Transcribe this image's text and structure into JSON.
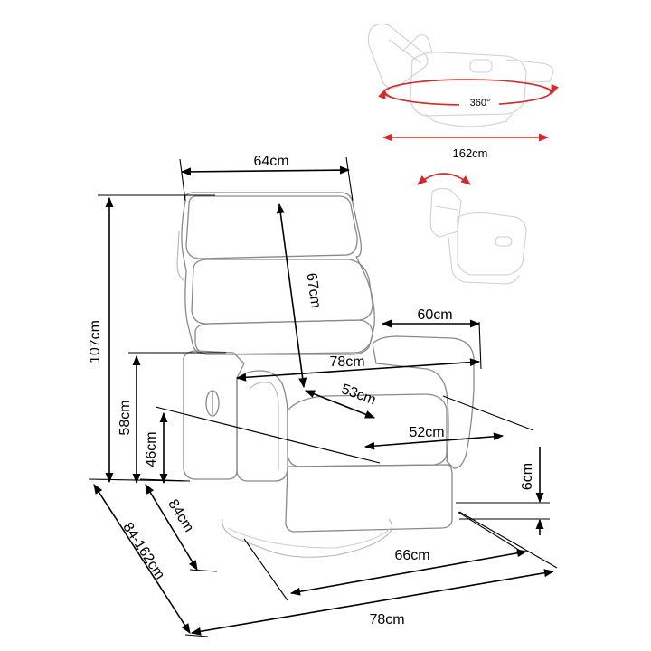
{
  "labels": {
    "width_top": "64cm",
    "backrest_height": "67cm",
    "total_height": "107cm",
    "armrest_width": "60cm",
    "seat_width_arms": "78cm",
    "seat_depth": "53cm",
    "seat_height": "58cm",
    "seat_width": "52cm",
    "armrest_height": "46cm",
    "depth": "84cm",
    "depth_reclined": "84-162cm",
    "base_clearance": "6cm",
    "base_width": "66cm",
    "total_width": "78cm",
    "reclined_length": "162cm",
    "rotation": "360°"
  },
  "colors": {
    "dimension_line": "#000000",
    "accent_arrow": "#d32b2b",
    "sketch": "#8a8a8a"
  }
}
